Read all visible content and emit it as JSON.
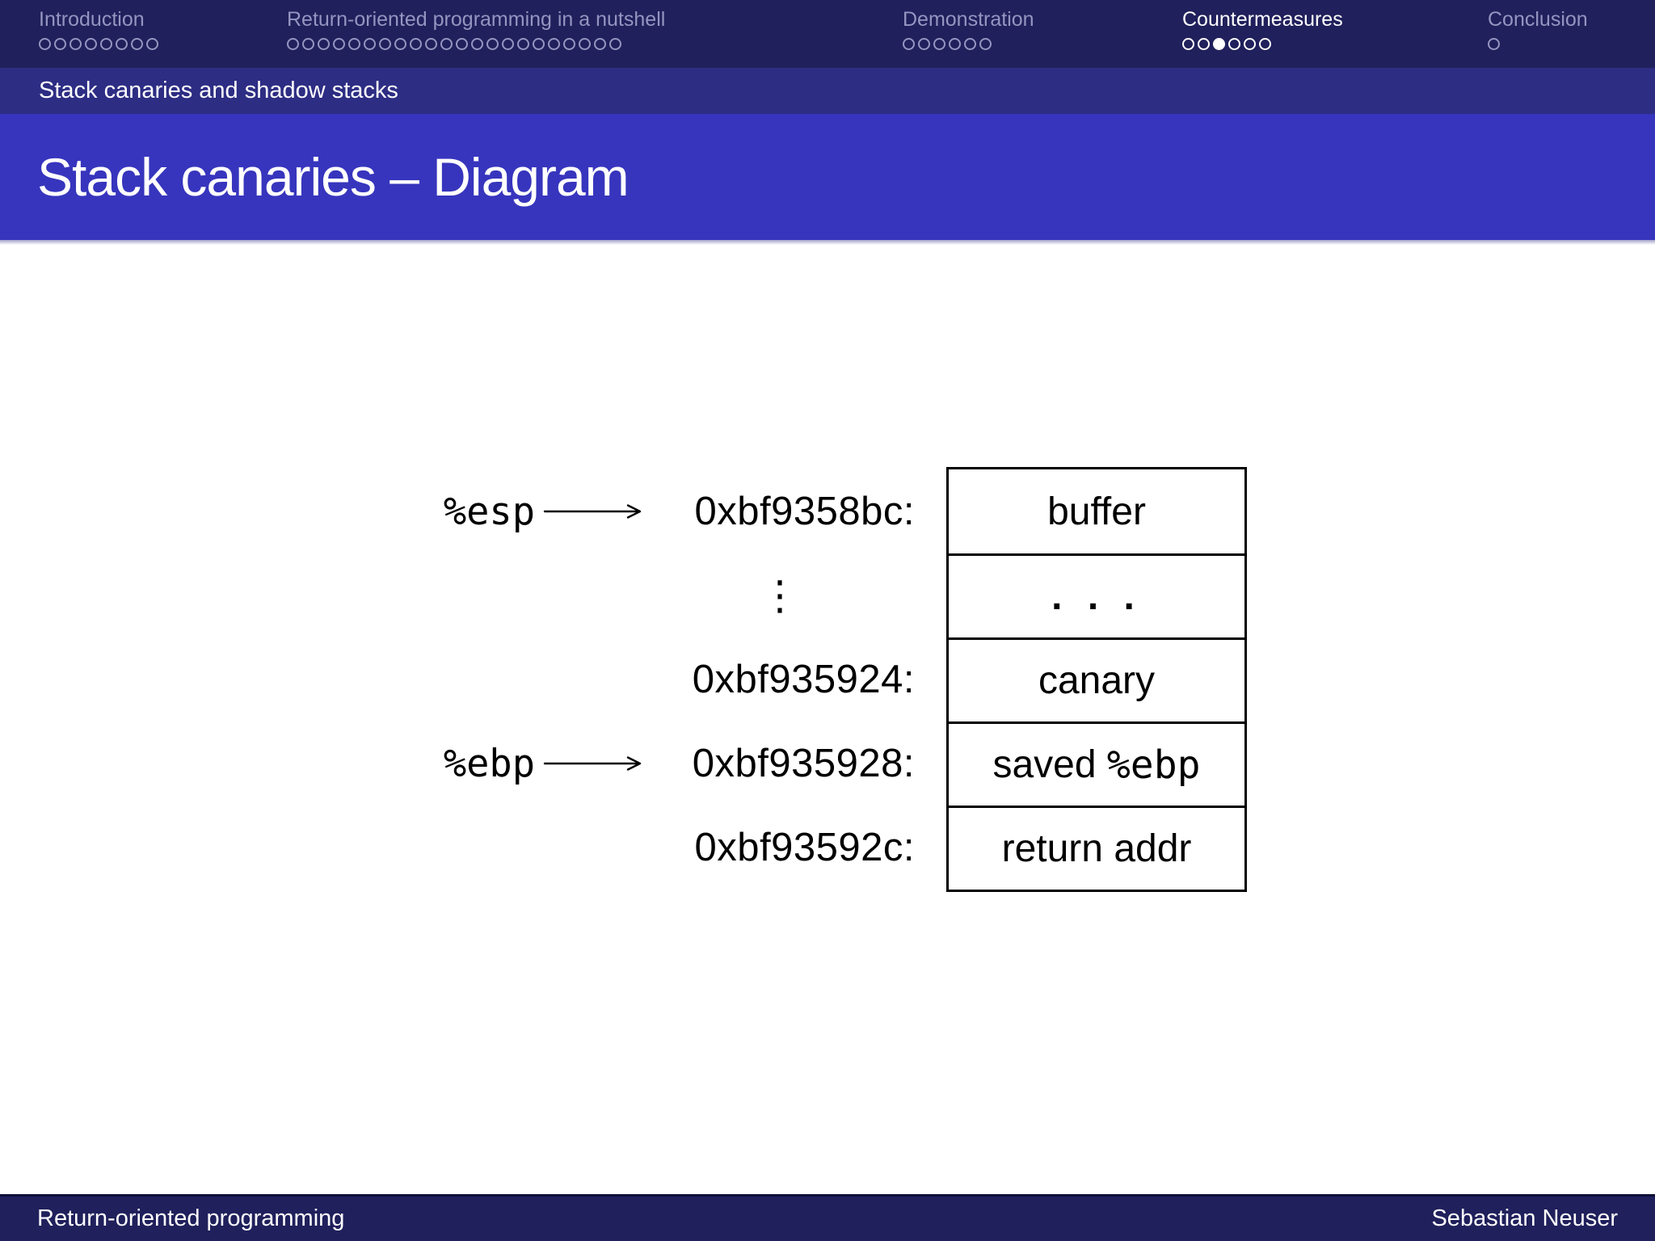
{
  "theme": {
    "nav_bar_bg": "#20205c",
    "subheader_bg": "#2d2d84",
    "title_bar_bg": "#3735bd",
    "footer_bg": "#20205c",
    "nav_dim_color": "#9595c1",
    "nav_active_color": "#ffffff",
    "diagram_ink": "#000000",
    "body_bg": "#ffffff"
  },
  "nav": {
    "sections": [
      {
        "label": "Introduction",
        "dots": 8,
        "filled": null,
        "active": false
      },
      {
        "label": "Return-oriented programming in a nutshell",
        "dots": 22,
        "filled": null,
        "active": false
      },
      {
        "label": "Demonstration",
        "dots": 6,
        "filled": null,
        "active": false
      },
      {
        "label": "Countermeasures",
        "dots": 6,
        "filled": 3,
        "active": true
      },
      {
        "label": "Conclusion",
        "dots": 1,
        "filled": null,
        "active": false
      }
    ]
  },
  "subheader": {
    "title": "Stack canaries and shadow stacks"
  },
  "slide": {
    "title": "Stack canaries – Diagram"
  },
  "diagram": {
    "rows": [
      {
        "register": "%esp",
        "arrow": true,
        "address": "0xbf9358bc:",
        "cell": "buffer"
      },
      {
        "register": "",
        "arrow": false,
        "address": "⋮",
        "cell": ". . ."
      },
      {
        "register": "",
        "arrow": false,
        "address": "0xbf935924:",
        "cell": "canary"
      },
      {
        "register": "%ebp",
        "arrow": true,
        "address": "0xbf935928:",
        "cell": "saved %ebp"
      },
      {
        "register": "",
        "arrow": false,
        "address": "0xbf93592c:",
        "cell": "return addr"
      }
    ]
  },
  "footer": {
    "left": "Return-oriented programming",
    "right": "Sebastian Neuser"
  }
}
